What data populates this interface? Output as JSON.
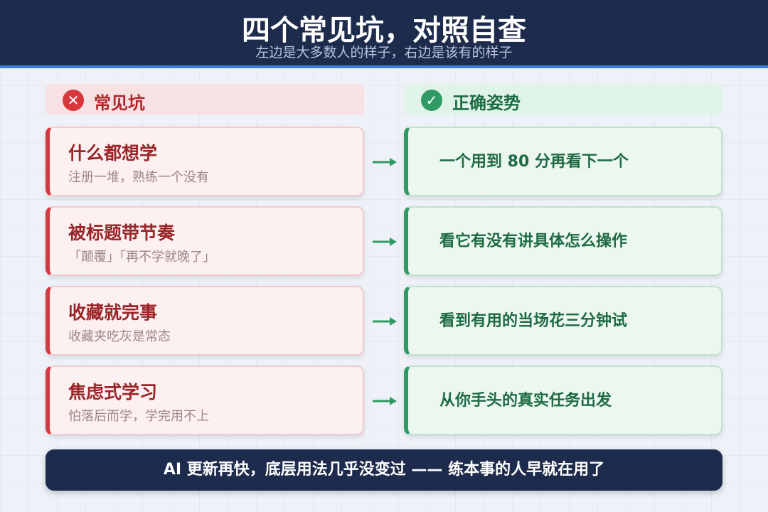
{
  "header": {
    "title": "四个常见坑，对照自查",
    "subtitle": "左边是大多数人的样子，右边是该有的样子"
  },
  "columns": {
    "bad": {
      "label": "常见坑",
      "icon": "x-circle-icon",
      "color": "#d7373d"
    },
    "good": {
      "label": "正确姿势",
      "icon": "check-circle-icon",
      "color": "#2f9a63"
    }
  },
  "rows": [
    {
      "bad_title": "什么都想学",
      "bad_sub": "注册一堆，熟练一个没有",
      "good": "一个用到 80 分再看下一个"
    },
    {
      "bad_title": "被标题带节奏",
      "bad_sub": "「颠覆」「再不学就晚了」",
      "good": "看它有没有讲具体怎么操作"
    },
    {
      "bad_title": "收藏就完事",
      "bad_sub": "收藏夹吃灰是常态",
      "good": "看到有用的当场花三分钟试"
    },
    {
      "bad_title": "焦虑式学习",
      "bad_sub": "怕落后而学，学完用不上",
      "good": "从你手头的真实任务出发"
    }
  ],
  "footer": {
    "text": "AI 更新再快，底层用法几乎没变过 —— 练本事的人早就在用了"
  }
}
